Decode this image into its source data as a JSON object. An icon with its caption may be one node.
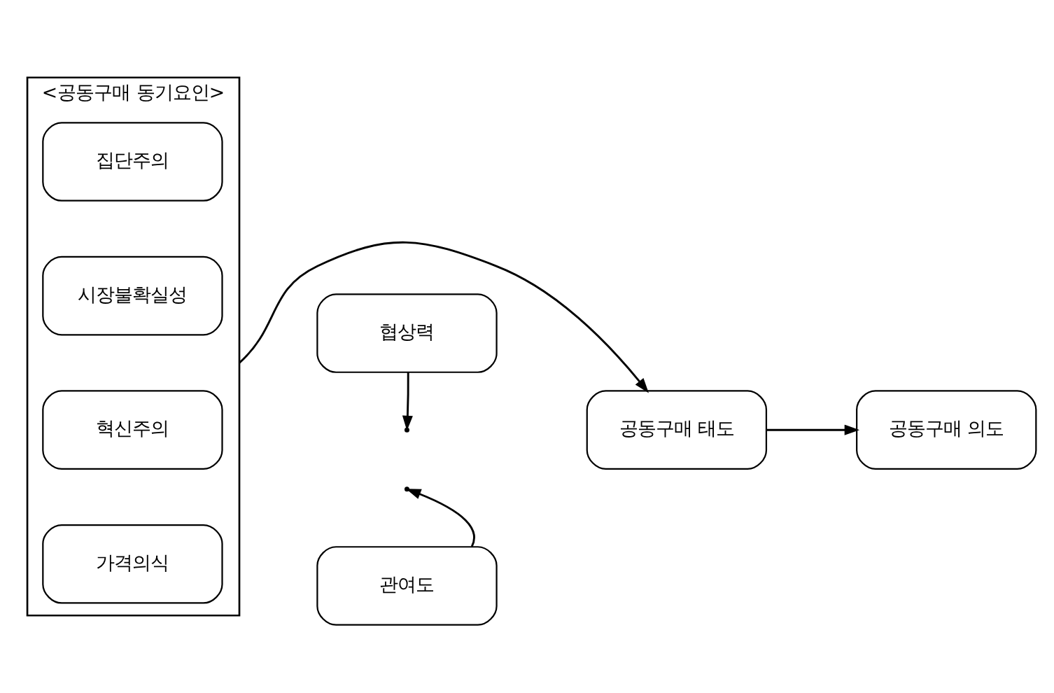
{
  "diagram": {
    "nodes": [
      {
        "text": [
          "<공동구매 동기요인>"
        ]
      },
      {
        "text": [
          "가격의식"
        ],
        "in": 0
      },
      {
        "text": [
          "혁신주의"
        ],
        "in": 0
      },
      {
        "text": [
          "시장불확실성"
        ],
        "in": 0
      },
      {
        "text": [
          "집단주의"
        ],
        "in": 0
      },
      {
        "text": [
          "협상력"
        ]
      },
      {
        "text": [
          "관여도"
        ]
      },
      {
        "text": [
          "공동구매 태도"
        ]
      },
      {
        "text": [
          "공동구매 의도"
        ]
      }
    ],
    "edges": [
      {
        "from": 0,
        "to": 7,
        "arrow": "to"
      },
      {
        "from": 5,
        "to": null,
        "arrow": "to"
      },
      {
        "from": 6,
        "to": null,
        "arrow": "to"
      },
      {
        "from": 7,
        "to": 8,
        "arrow": "to"
      }
    ]
  }
}
